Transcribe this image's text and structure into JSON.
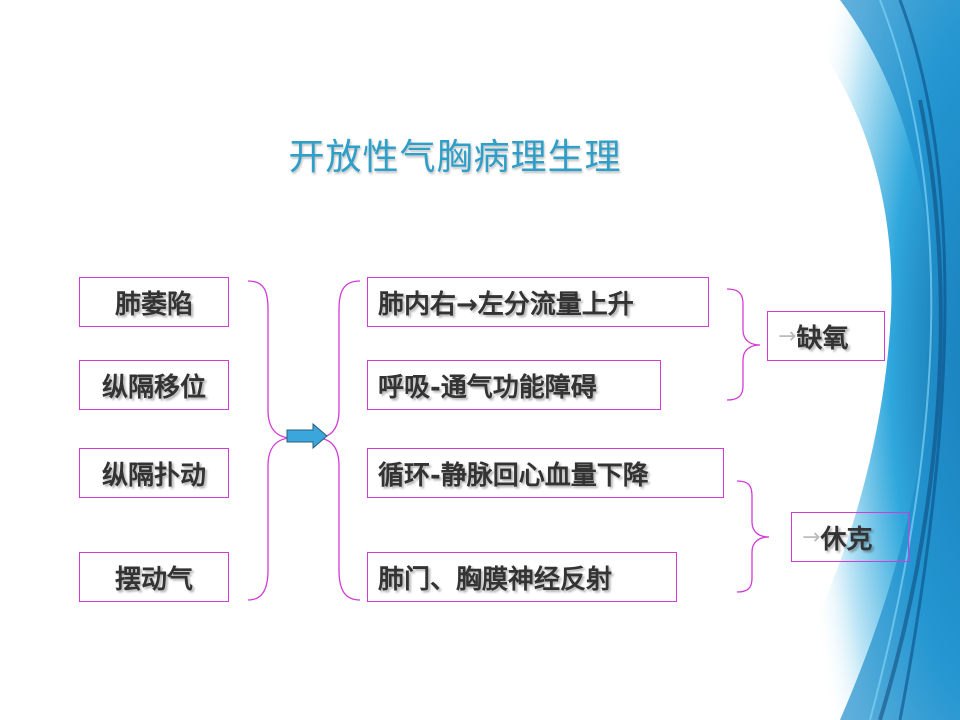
{
  "slide": {
    "title": "开放性气胸病理生理"
  },
  "causes": [
    "肺萎陷",
    "纵隔移位",
    "纵隔扑动",
    "摆动气"
  ],
  "effects": [
    "肺内右→左分流量上升",
    "呼吸-通气功能障碍",
    "循环-静脉回心血量下降",
    "肺门、胸膜神经反射"
  ],
  "outcomes": [
    {
      "arrow": "→",
      "label": "缺氧"
    },
    {
      "arrow": "→",
      "label": "休克"
    }
  ],
  "colors": {
    "title": "#2e9fc9",
    "border": "#d23bd6",
    "arrow": "#3aa6dc",
    "background_accent": "#1e88c8"
  }
}
